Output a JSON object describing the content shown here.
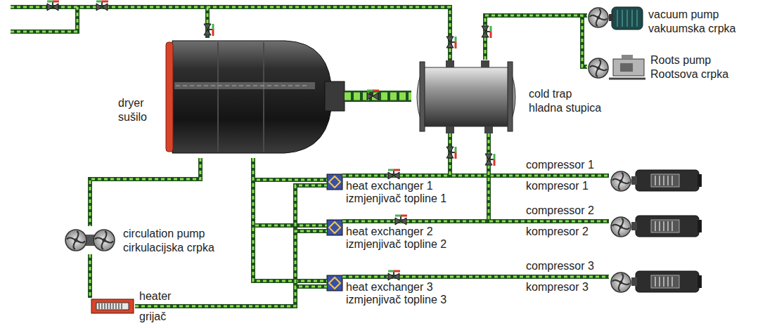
{
  "diagram": {
    "nodes": [
      {
        "text": [
          "dryer",
          "sušilo"
        ]
      },
      {
        "text": [
          "cold trap",
          "hladna stupica"
        ]
      },
      {
        "text": [
          "vacuum pump",
          "vakuumska crpka"
        ]
      },
      {
        "text": [
          "Roots pump",
          "Rootsova crpka"
        ]
      },
      {
        "text": [
          "heat exchanger 1",
          "izmjenjivač topline 1"
        ]
      },
      {
        "text": [
          "heat exchanger 2",
          "izmjenjivač topline 2"
        ]
      },
      {
        "text": [
          "heat exchanger 3",
          "izmjenjivač topline 3"
        ]
      },
      {
        "text": [
          "compressor 1",
          "kompresor 1"
        ]
      },
      {
        "text": [
          "compressor 2",
          "kompresor 2"
        ]
      },
      {
        "text": [
          "compressor 3",
          "kompresor 3"
        ]
      },
      {
        "text": [
          "circulation pump",
          "cirkulacijska crpka"
        ]
      },
      {
        "text": [
          "heater",
          "grijač"
        ]
      }
    ],
    "edges": [
      {
        "from": 0,
        "to": 1,
        "arrow": "none"
      },
      {
        "from": 1,
        "to": 2,
        "arrow": "none"
      },
      {
        "from": 1,
        "to": 3,
        "arrow": "none"
      },
      {
        "from": 4,
        "to": 7,
        "arrow": "none"
      },
      {
        "from": 5,
        "to": 8,
        "arrow": "none"
      },
      {
        "from": 6,
        "to": 9,
        "arrow": "none"
      },
      {
        "from": 1,
        "to": 7,
        "arrow": "none"
      },
      {
        "from": 1,
        "to": 8,
        "arrow": "none"
      },
      {
        "from": 0,
        "to": 4,
        "arrow": "none"
      },
      {
        "from": 0,
        "to": 5,
        "arrow": "none"
      },
      {
        "from": 0,
        "to": 6,
        "arrow": "none"
      },
      {
        "from": 0,
        "to": 10,
        "arrow": "none"
      },
      {
        "from": 10,
        "to": 11,
        "arrow": "none"
      },
      {
        "from": 11,
        "to": 4,
        "arrow": "none"
      },
      {
        "from": 11,
        "to": 5,
        "arrow": "none"
      },
      {
        "from": 11,
        "to": 6,
        "arrow": "none"
      }
    ]
  }
}
